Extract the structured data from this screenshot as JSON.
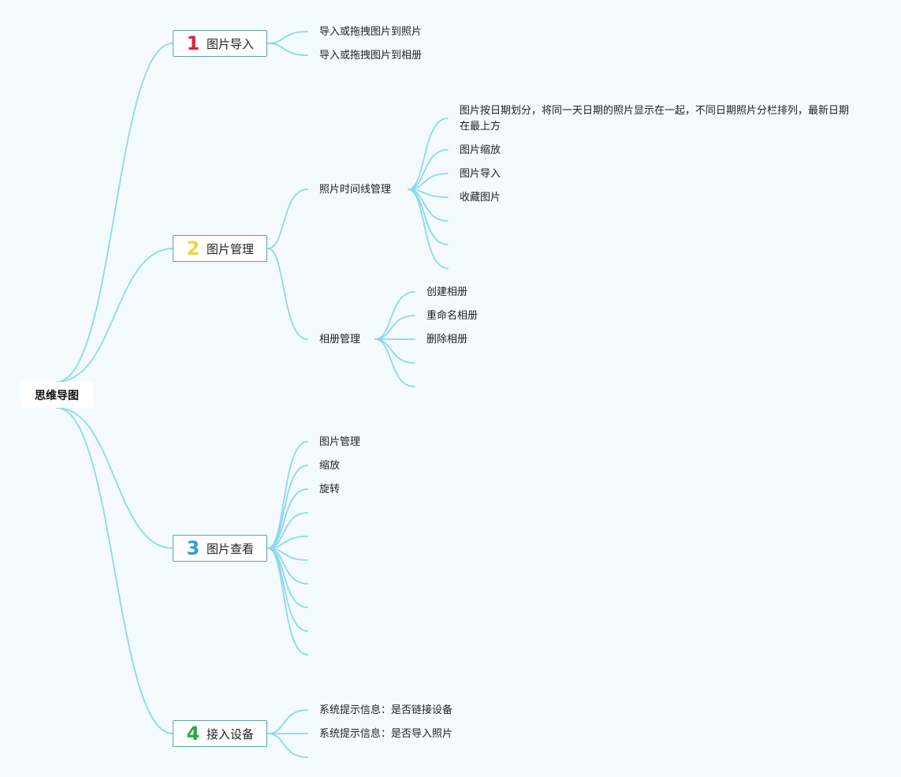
{
  "colors": {
    "background": "#f3fbfe",
    "line": "#8fd6ef",
    "num1": "#d7263d",
    "num2": "#f2d44a",
    "num3": "#2b9fd8",
    "num4": "#2aa84a"
  },
  "root": {
    "label": "思维导图"
  },
  "branches": [
    {
      "num": "1",
      "label": "图片导入",
      "children": [
        {
          "label": "导入或拖拽图片到照片"
        },
        {
          "label": "导入或拖拽图片到相册"
        }
      ]
    },
    {
      "num": "2",
      "label": "图片管理",
      "children": [
        {
          "label": "照片时间线管理",
          "children": [
            {
              "label": "图片按日期划分，将同一天日期的照片显示在一起，不同日期照片分栏排列，最新日期在最上方"
            },
            {
              "label": "图片缩放"
            },
            {
              "label": "图片导入"
            },
            {
              "label": "收藏图片"
            },
            {
              "label": ""
            },
            {
              "label": ""
            },
            {
              "label": ""
            }
          ]
        },
        {
          "label": "相册管理",
          "children": [
            {
              "label": "创建相册"
            },
            {
              "label": "重命名相册"
            },
            {
              "label": "删除相册"
            },
            {
              "label": ""
            },
            {
              "label": ""
            }
          ]
        }
      ]
    },
    {
      "num": "3",
      "label": "图片查看",
      "children": [
        {
          "label": "图片管理"
        },
        {
          "label": "缩放"
        },
        {
          "label": "旋转"
        },
        {
          "label": ""
        },
        {
          "label": ""
        },
        {
          "label": ""
        },
        {
          "label": ""
        },
        {
          "label": ""
        },
        {
          "label": ""
        },
        {
          "label": ""
        }
      ]
    },
    {
      "num": "4",
      "label": "接入设备",
      "children": [
        {
          "label": "系统提示信息：是否链接设备"
        },
        {
          "label": "系统提示信息：是否导入照片"
        },
        {
          "label": ""
        }
      ]
    }
  ]
}
